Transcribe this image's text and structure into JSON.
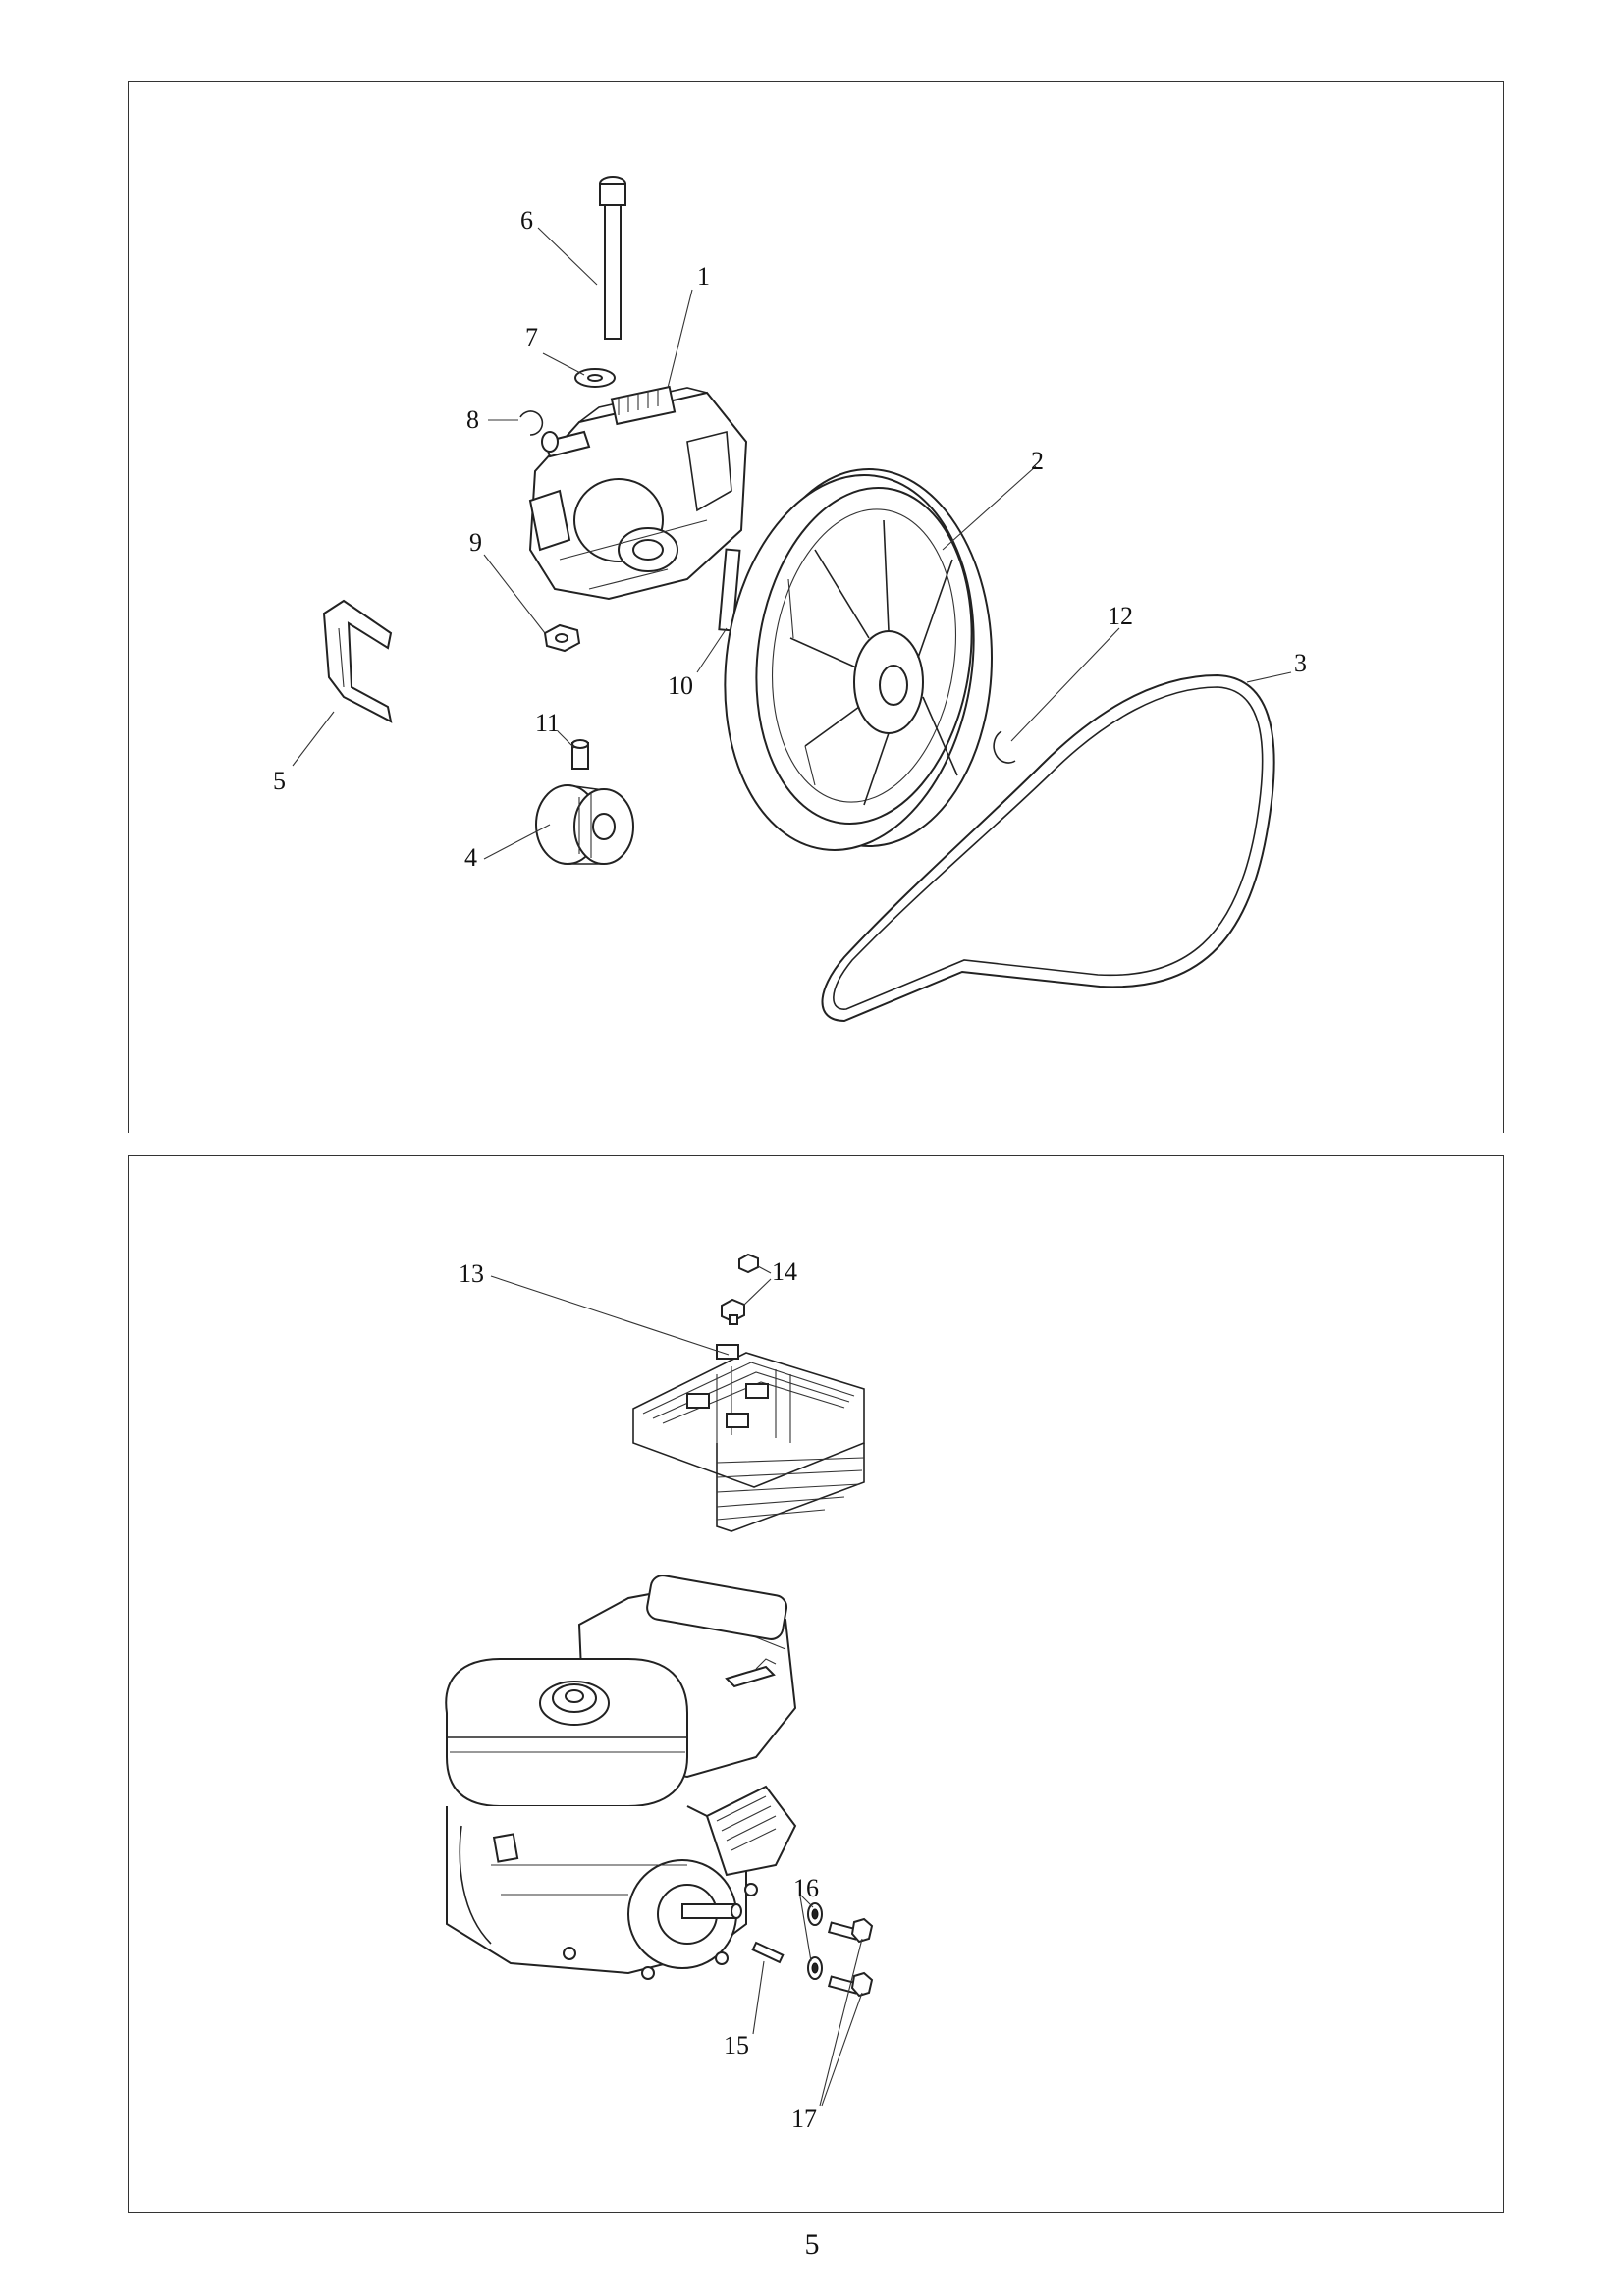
{
  "page_number": "5",
  "callouts_top": [
    "1",
    "2",
    "3",
    "4",
    "5",
    "6",
    "7",
    "8",
    "9",
    "10",
    "11",
    "12"
  ],
  "callouts_bottom": [
    "13",
    "14",
    "15",
    "16",
    "17"
  ],
  "part_icons": {
    "1": "gearbox-assembly",
    "2": "wheel-pulley",
    "3": "v-belt",
    "4": "drive-pulley",
    "5": "bracket",
    "6": "long-bolt",
    "7": "washer",
    "8": "circlip",
    "9": "nut",
    "10": "pin",
    "11": "set-screw",
    "12": "e-clip",
    "13": "engine-guard",
    "14": "guard-nut",
    "15": "shaft-key",
    "16": "spring-washer",
    "17": "mounting-bolt"
  }
}
